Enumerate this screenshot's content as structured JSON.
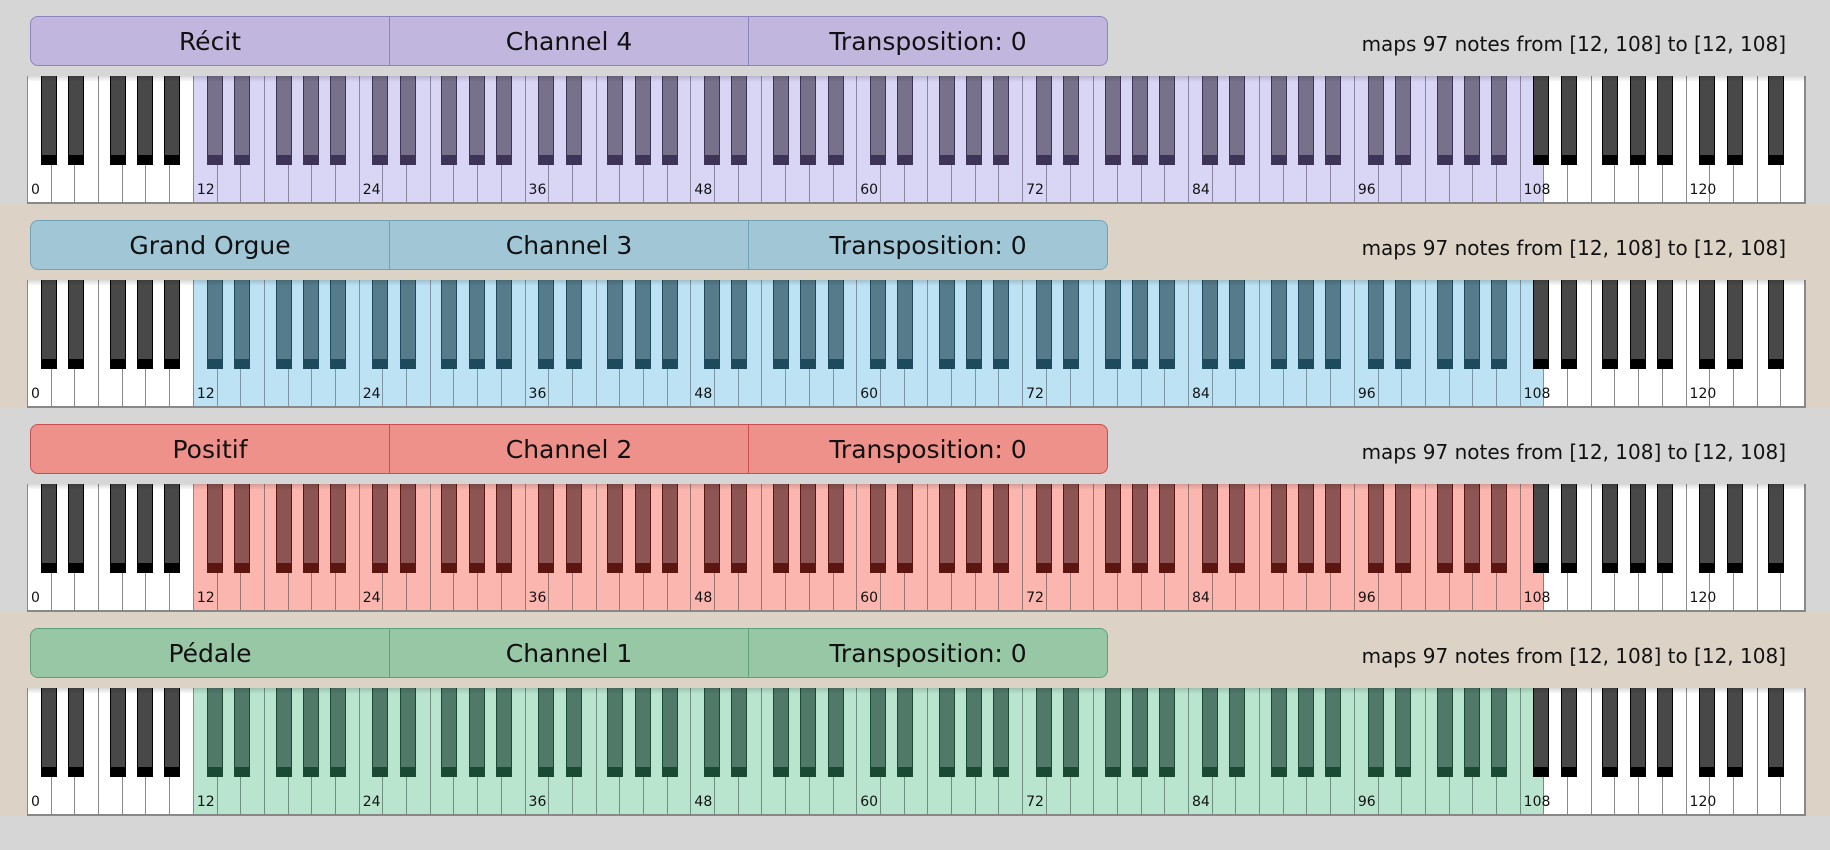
{
  "keyboard": {
    "first_note": 0,
    "last_note": 127,
    "labels": [
      "0",
      "12",
      "24",
      "36",
      "48",
      "60",
      "72",
      "84",
      "96",
      "108",
      "120"
    ]
  },
  "manuals": [
    {
      "name": "Récit",
      "channel": "Channel 4",
      "transposition": "Transposition: 0",
      "mapping": "maps 97 notes from [12, 108] to [12, 108]",
      "range": [
        12,
        108
      ],
      "colors": {
        "header": "#c1b7de",
        "header_border": "#8e84bd",
        "white_tint": "#d9d5f5",
        "black": "#77718b",
        "black_tip": "#3d3458",
        "line": "#8a86a0"
      }
    },
    {
      "name": "Grand Orgue",
      "channel": "Channel 3",
      "transposition": "Transposition: 0",
      "mapping": "maps 97 notes from [12, 108] to [12, 108]",
      "range": [
        12,
        108
      ],
      "colors": {
        "header": "#a1c7d7",
        "header_border": "#6ea3b8",
        "white_tint": "#bde2f4",
        "black": "#567b8b",
        "black_tip": "#1e4a5e",
        "line": "#7c97a3"
      }
    },
    {
      "name": "Positif",
      "channel": "Channel 2",
      "transposition": "Transposition: 0",
      "mapping": "maps 97 notes from [12, 108] to [12, 108]",
      "range": [
        12,
        108
      ],
      "colors": {
        "header": "#ee918a",
        "header_border": "#c65050",
        "white_tint": "#fcb6b0",
        "black": "#8c5452",
        "black_tip": "#5c1612",
        "line": "#9a7572"
      }
    },
    {
      "name": "Pédale",
      "channel": "Channel 1",
      "transposition": "Transposition: 0",
      "mapping": "maps 97 notes from [12, 108] to [12, 108]",
      "range": [
        12,
        108
      ],
      "colors": {
        "header": "#98c7a6",
        "header_border": "#5da27a",
        "white_tint": "#b9e5cf",
        "black": "#50796a",
        "black_tip": "#1a4a32",
        "line": "#6f8f80"
      }
    }
  ]
}
